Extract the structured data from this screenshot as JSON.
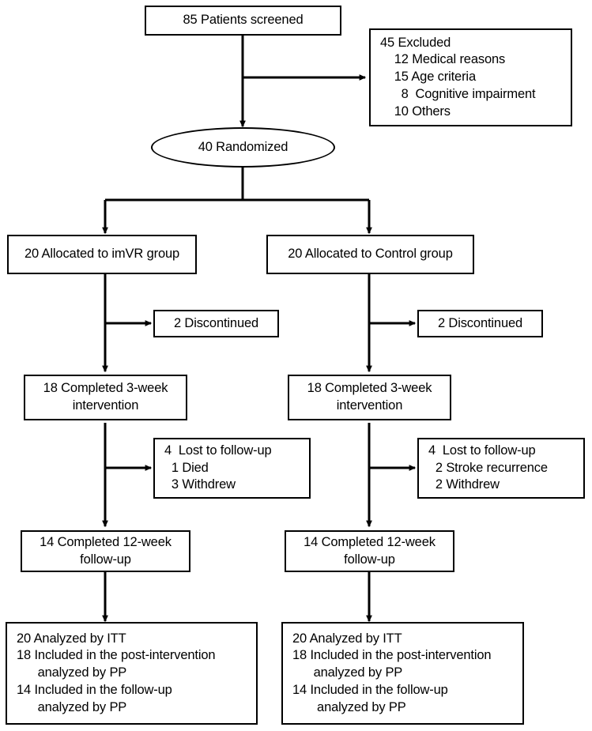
{
  "diagram": {
    "type": "consort-flow-diagram",
    "title": "CONSORT participant flow diagram",
    "background_color": "#ffffff",
    "line_color": "#000000",
    "text_color": "#000000"
  },
  "nodes": {
    "screened": {
      "shape": "rect",
      "lines": [
        "85 Patients screened"
      ]
    },
    "excluded": {
      "shape": "rect",
      "lines": [
        "45 Excluded",
        "    12 Medical reasons",
        "    15 Age criteria",
        "      8  Cognitive impairment",
        "    10 Others"
      ]
    },
    "randomized": {
      "shape": "ellipse",
      "lines": [
        "40 Randomized"
      ]
    },
    "allocated_imvr": {
      "shape": "rect",
      "lines": [
        "20 Allocated to imVR group"
      ]
    },
    "allocated_control": {
      "shape": "rect",
      "lines": [
        "20 Allocated to Control group"
      ]
    },
    "discontinued_imvr": {
      "shape": "rect",
      "lines": [
        "2 Discontinued"
      ]
    },
    "discontinued_control": {
      "shape": "rect",
      "lines": [
        "2 Discontinued"
      ]
    },
    "completed_3week_imvr": {
      "shape": "rect",
      "lines": [
        "18 Completed 3-week",
        "intervention"
      ]
    },
    "completed_3week_control": {
      "shape": "rect",
      "lines": [
        "18 Completed 3-week",
        "intervention"
      ]
    },
    "lost_imvr": {
      "shape": "rect",
      "lines": [
        "4  Lost to follow-up",
        "  1 Died",
        "  3 Withdrew"
      ]
    },
    "lost_control": {
      "shape": "rect",
      "lines": [
        "4  Lost to follow-up",
        "  2 Stroke recurrence",
        "  2 Withdrew"
      ]
    },
    "completed_12week_imvr": {
      "shape": "rect",
      "lines": [
        "14 Completed 12-week",
        "follow-up"
      ]
    },
    "completed_12week_control": {
      "shape": "rect",
      "lines": [
        "14 Completed 12-week",
        "follow-up"
      ]
    },
    "analyzed_imvr": {
      "shape": "rect",
      "lines": [
        "20 Analyzed by ITT",
        "18 Included in the post-intervention",
        "      analyzed by PP",
        "14 Included in the follow-up",
        "      analyzed by PP"
      ]
    },
    "analyzed_control": {
      "shape": "rect",
      "lines": [
        "20 Analyzed by ITT",
        "18 Included in the post-intervention",
        "      analyzed by PP",
        "14 Included in the follow-up",
        "       analyzed by PP"
      ]
    }
  }
}
